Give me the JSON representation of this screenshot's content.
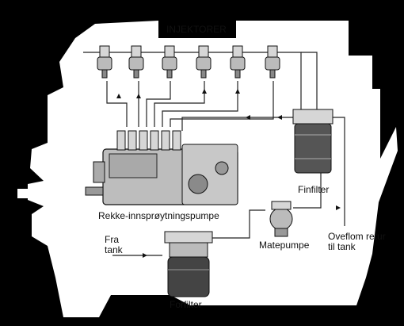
{
  "colors": {
    "background": "#000000",
    "engine": "#ffffff",
    "ink": "#111111",
    "component_fill": "#d6d6d6"
  },
  "labels": {
    "injectors": "INJEKTORER",
    "pump": "Rekke-innsprøytningspumpe",
    "fine_filter": "Finfilter",
    "feed_pump": "Matepumpe",
    "from_tank": [
      "Fra",
      "tank"
    ],
    "overflow": [
      "Oveflom retur",
      "til tank"
    ],
    "pre_filter": "Forfilter"
  },
  "icons": [
    "injector-icon",
    "injection-pump",
    "fine-filter",
    "feed-pump",
    "pre-filter",
    "flow-arrow"
  ]
}
